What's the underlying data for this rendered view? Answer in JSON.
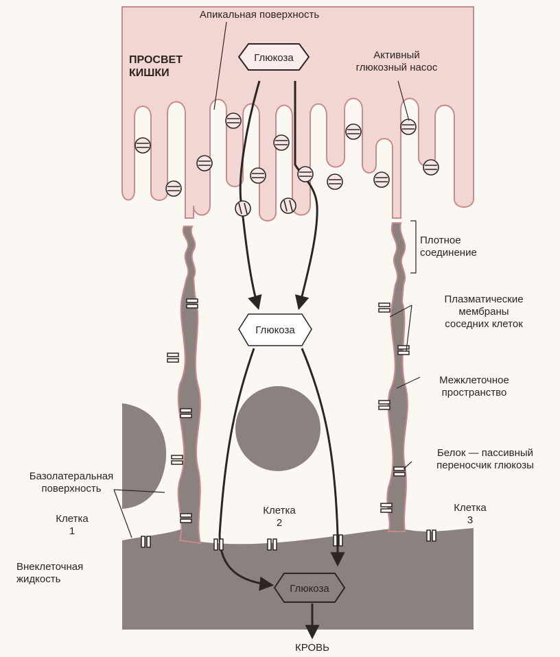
{
  "labels": {
    "apical_surface": "Апикальная поверхность",
    "lumen": "ПРОСВЕТ\nКИШКИ",
    "active_pump": "Активный\nглюкозный насос",
    "tight_junction": "Плотное\nсоединение",
    "plasma_membranes": "Плазматические\nмембраны\nсоседних клеток",
    "intercellular_space": "Межклеточное\nпространство",
    "passive_carrier": "Белок — пассивный\nпереносчик глюкозы",
    "basolateral_surface": "Базолатеральная\nповерхность",
    "cell_1": "Клетка\n1",
    "cell_2": "Клетка\n2",
    "cell_3": "Клетка\n3",
    "extracellular_fluid": "Внеклеточная\nжидкость",
    "blood": "КРОВЬ"
  },
  "glucose": {
    "top": "Глюкоза",
    "middle": "Глюкоза",
    "bottom": "Глюкоза"
  },
  "colors": {
    "lumen": "#f2d6d4",
    "membrane": "#c98a8c",
    "interstitial": "#8b8280",
    "line": "#2b2624",
    "background": "#fbf7f3"
  },
  "icons": {
    "pump": "circle-with-bars",
    "carrier": "double-bar",
    "arrow": "arrowhead"
  }
}
